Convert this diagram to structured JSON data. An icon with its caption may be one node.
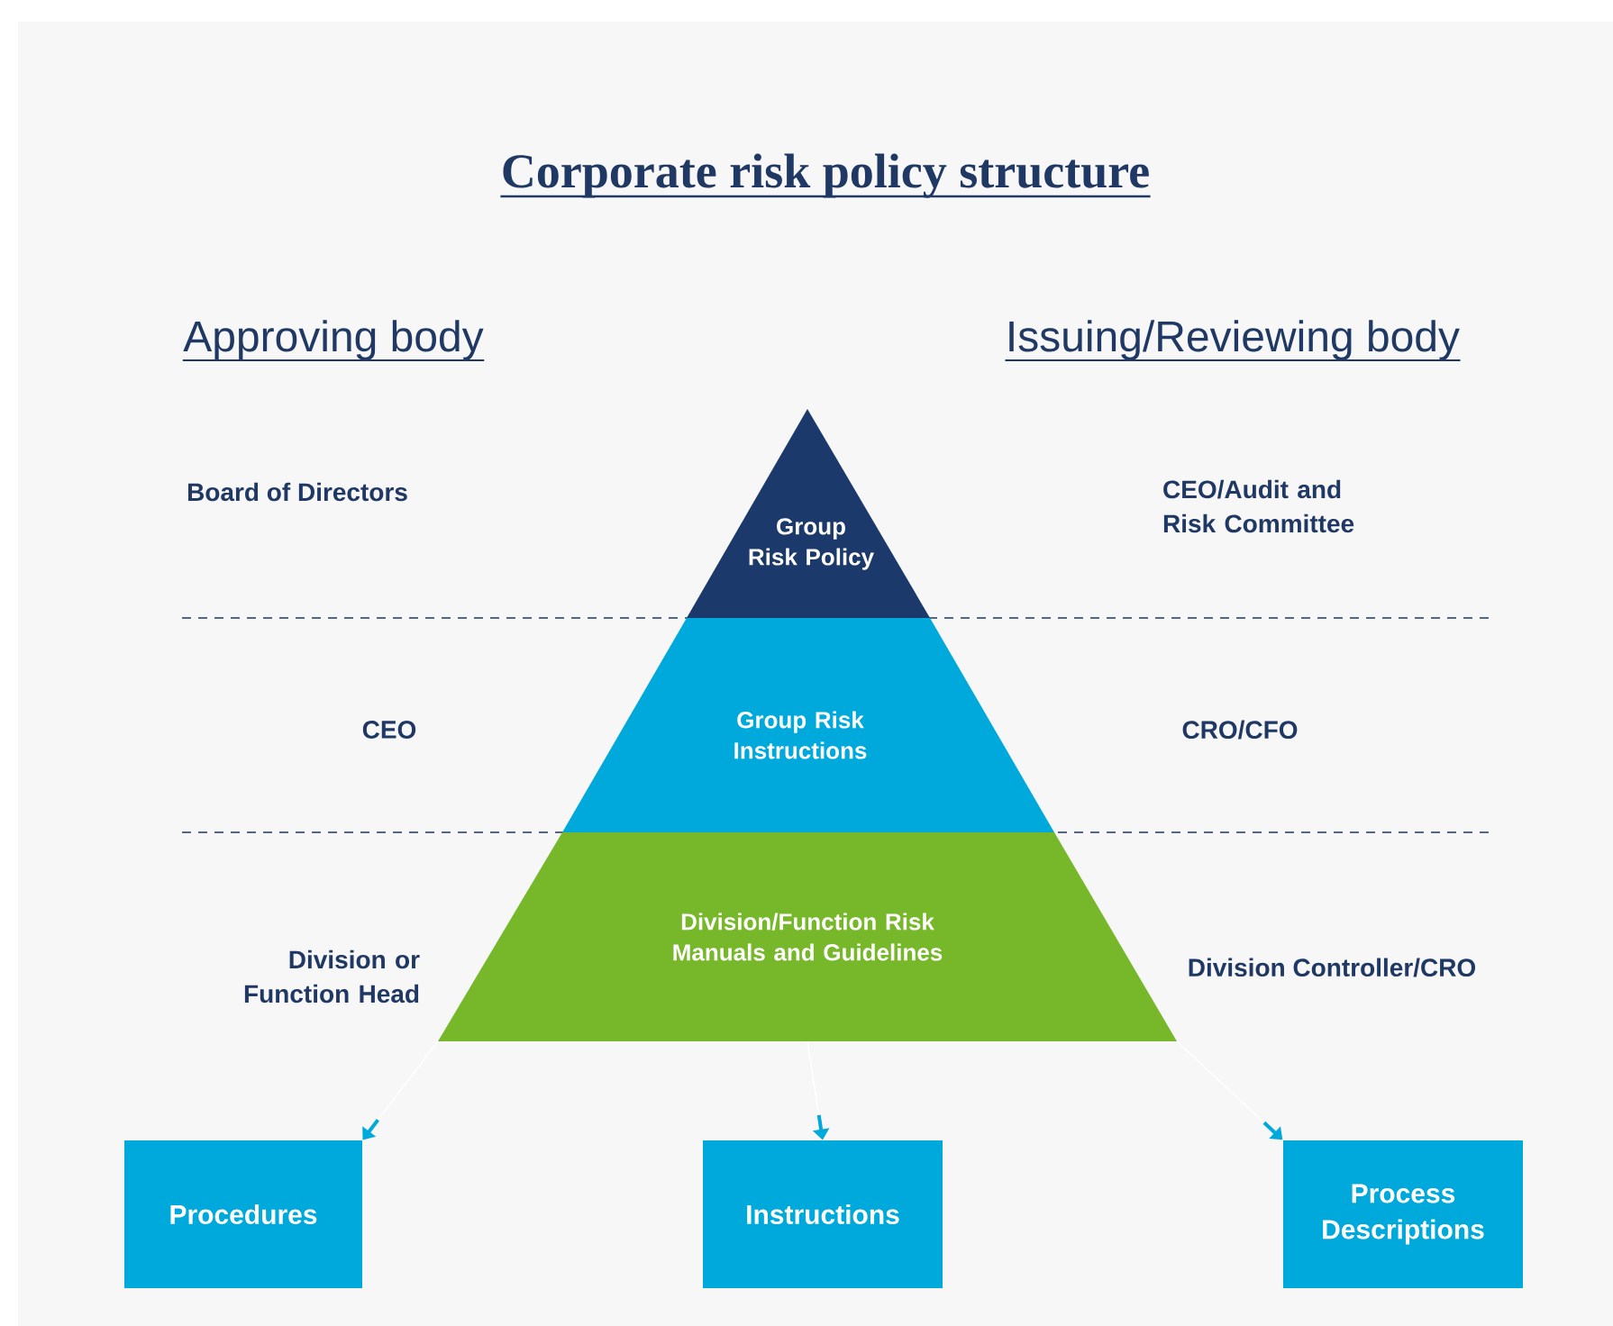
{
  "diagram": {
    "title": "Corporate risk policy structure",
    "nodes": [
      {
        "text": [
          "Group Risk Policy"
        ]
      },
      {
        "text": [
          "Group Risk Instructions"
        ]
      },
      {
        "text": [
          "Division/Function Risk Manuals and Guidelines"
        ]
      },
      {
        "text": [
          "Procedures"
        ]
      },
      {
        "text": [
          "Instructions"
        ]
      },
      {
        "text": [
          "Process Descriptions"
        ]
      }
    ],
    "edges": [
      {
        "from": 2,
        "to": 3,
        "arrow": "to"
      },
      {
        "from": 2,
        "to": 4,
        "arrow": "to"
      },
      {
        "from": 2,
        "to": 5,
        "arrow": "to"
      }
    ],
    "labels": [
      "Approving body",
      "Issuing/Reviewing body",
      "Board of Directors",
      "CEO/Audit and Risk Committee",
      "CEO",
      "CRO/CFO",
      "Division or Function Head",
      "Division Controller/CRO"
    ]
  }
}
